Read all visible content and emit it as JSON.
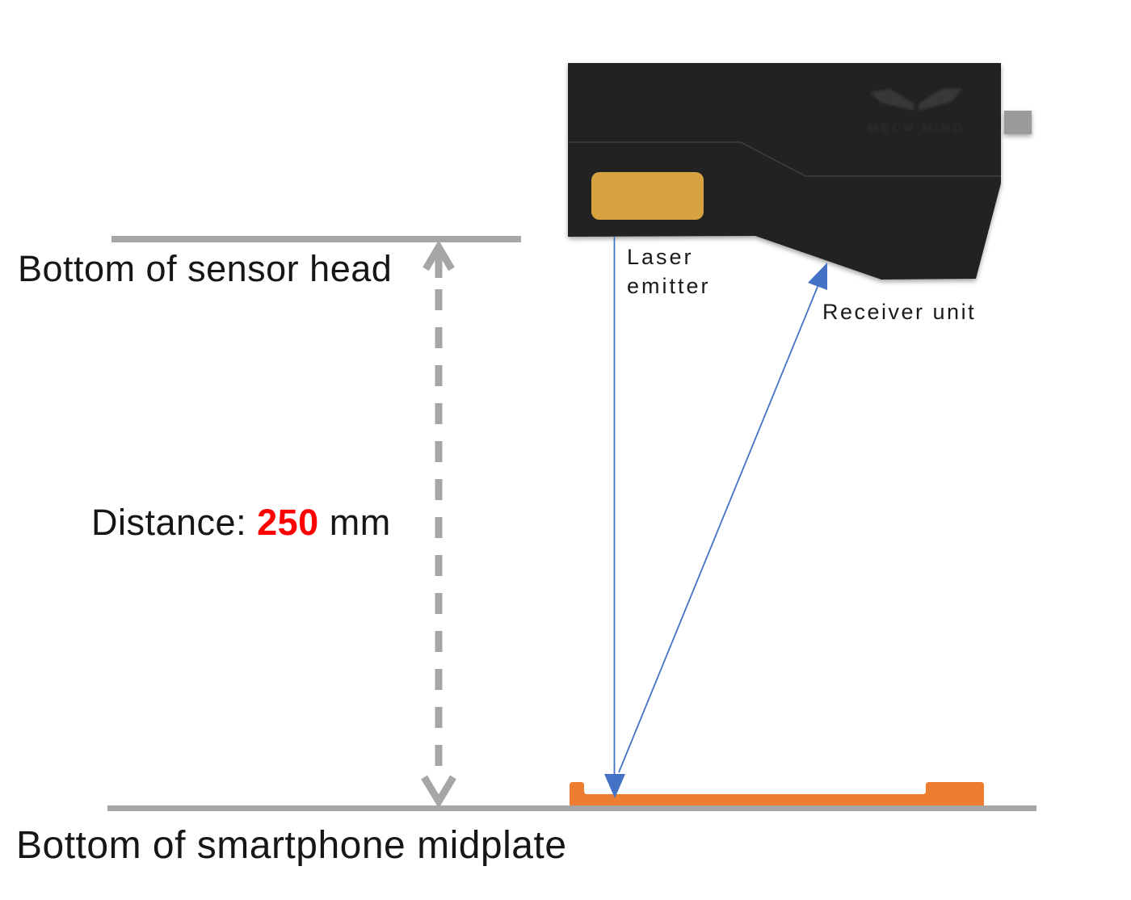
{
  "diagram": {
    "sensor_line_label": "Bottom of sensor head",
    "midplate_line_label": "Bottom of smartphone midplate",
    "distance": {
      "prefix": "Distance:",
      "value": "250",
      "unit": "mm"
    },
    "laser_emitter_label": "Laser emitter",
    "receiver_unit_label": "Receiver unit",
    "sensor_logo_text": "MECH MIND",
    "colors": {
      "reference_line_gray": "#a6a6a6",
      "dashed_arrow_gray": "#a6a6a6",
      "beam_blue": "#4472c4",
      "midplate_orange": "#ed7d31",
      "emitter_window_amber": "#d7a23f",
      "sensor_body_black": "#212121",
      "connector_tab_gray": "#9a9a9a",
      "distance_value_red": "#ff0000",
      "label_text_black": "#1a1a1a"
    }
  }
}
